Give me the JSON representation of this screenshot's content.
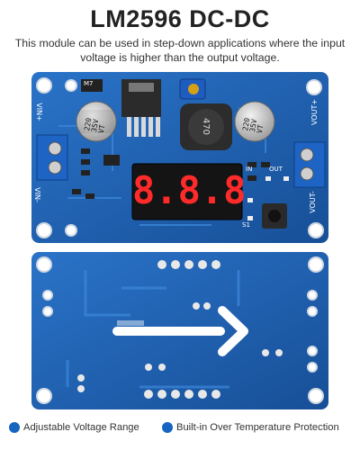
{
  "title": "LM2596 DC-DC",
  "subtitle": "This module can be used in step-down applications where the input voltage is higher than the output voltage.",
  "top_board": {
    "vin_plus": "VIN+",
    "vin_minus": "VIN-",
    "vout_plus": "VOUT+",
    "vout_minus": "VOUT-",
    "cap_left": "220 35V VT",
    "cap_right": "220 35V VT",
    "inductor": "470",
    "display": "8.8.8",
    "label_in": "IN",
    "label_out": "OUT",
    "label_s1": "S1",
    "label_m7": "M7"
  },
  "features": [
    {
      "label": "Adjustable Voltage Range"
    },
    {
      "label": "Built-in Over Temperature Protection"
    }
  ],
  "colors": {
    "pcb_blue": "#1c5fae",
    "feature_dot": "#1565c0"
  }
}
